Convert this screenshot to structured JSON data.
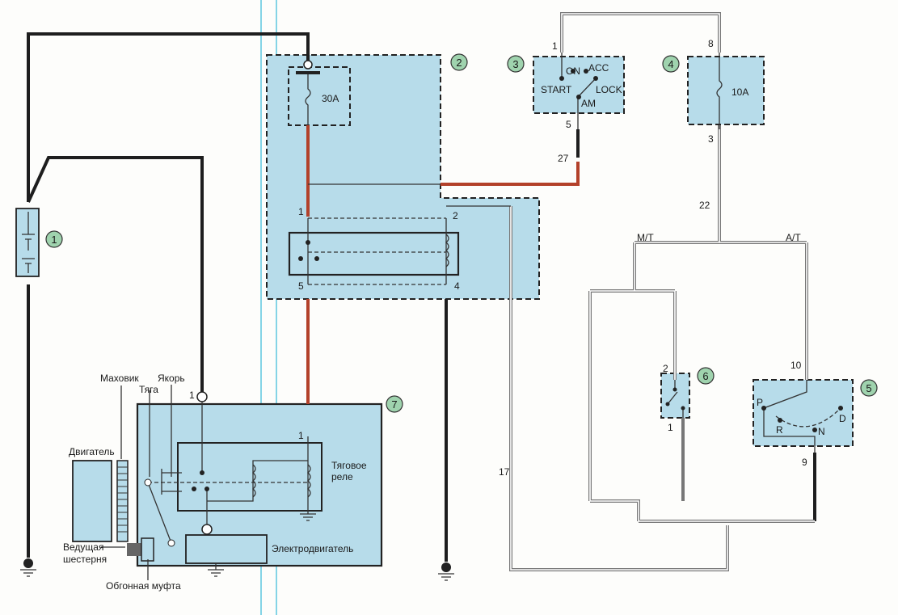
{
  "components": {
    "battery": {
      "badge": "1"
    },
    "fuse_relay_block": {
      "badge": "2",
      "fuse_rating": "30A",
      "pins": [
        "1",
        "2",
        "5",
        "4"
      ]
    },
    "ignition_switch": {
      "badge": "3",
      "positions": [
        "ON",
        "ACC",
        "START",
        "LOCK",
        "AM"
      ],
      "pins": [
        "1",
        "5"
      ]
    },
    "fuse_10a": {
      "badge": "4",
      "fuse_rating": "10A",
      "pins": [
        "8",
        "3"
      ]
    },
    "inhibitor_switch": {
      "badge": "5",
      "positions": [
        "P",
        "R",
        "N",
        "D"
      ],
      "pins": [
        "10",
        "9"
      ]
    },
    "clutch_switch": {
      "badge": "6",
      "pins": [
        "2",
        "1"
      ]
    },
    "starter": {
      "badge": "7",
      "pin": "1",
      "relay_pin": "1"
    }
  },
  "connectors": {
    "c27": "27",
    "c22": "22",
    "c17": "17"
  },
  "branches": {
    "mt": "M/T",
    "at": "A/T"
  },
  "labels": {
    "flywheel": "Маховик",
    "armature": "Якорь",
    "rod": "Тяга",
    "engine": "Двигатель",
    "traction_relay_1": "Тяговое",
    "traction_relay_2": "реле",
    "drive_gear_1": "Ведущая",
    "drive_gear_2": "шестерня",
    "overrunning_clutch": "Обгонная муфта",
    "electric_motor": "Электродвигатель"
  },
  "colors": {
    "block_fill": "#b7dcea",
    "red_wire": "#b3412a",
    "black_wire": "#1e1e1e",
    "gray_wire": "#777777",
    "badge_fill": "#9fd3ae"
  }
}
